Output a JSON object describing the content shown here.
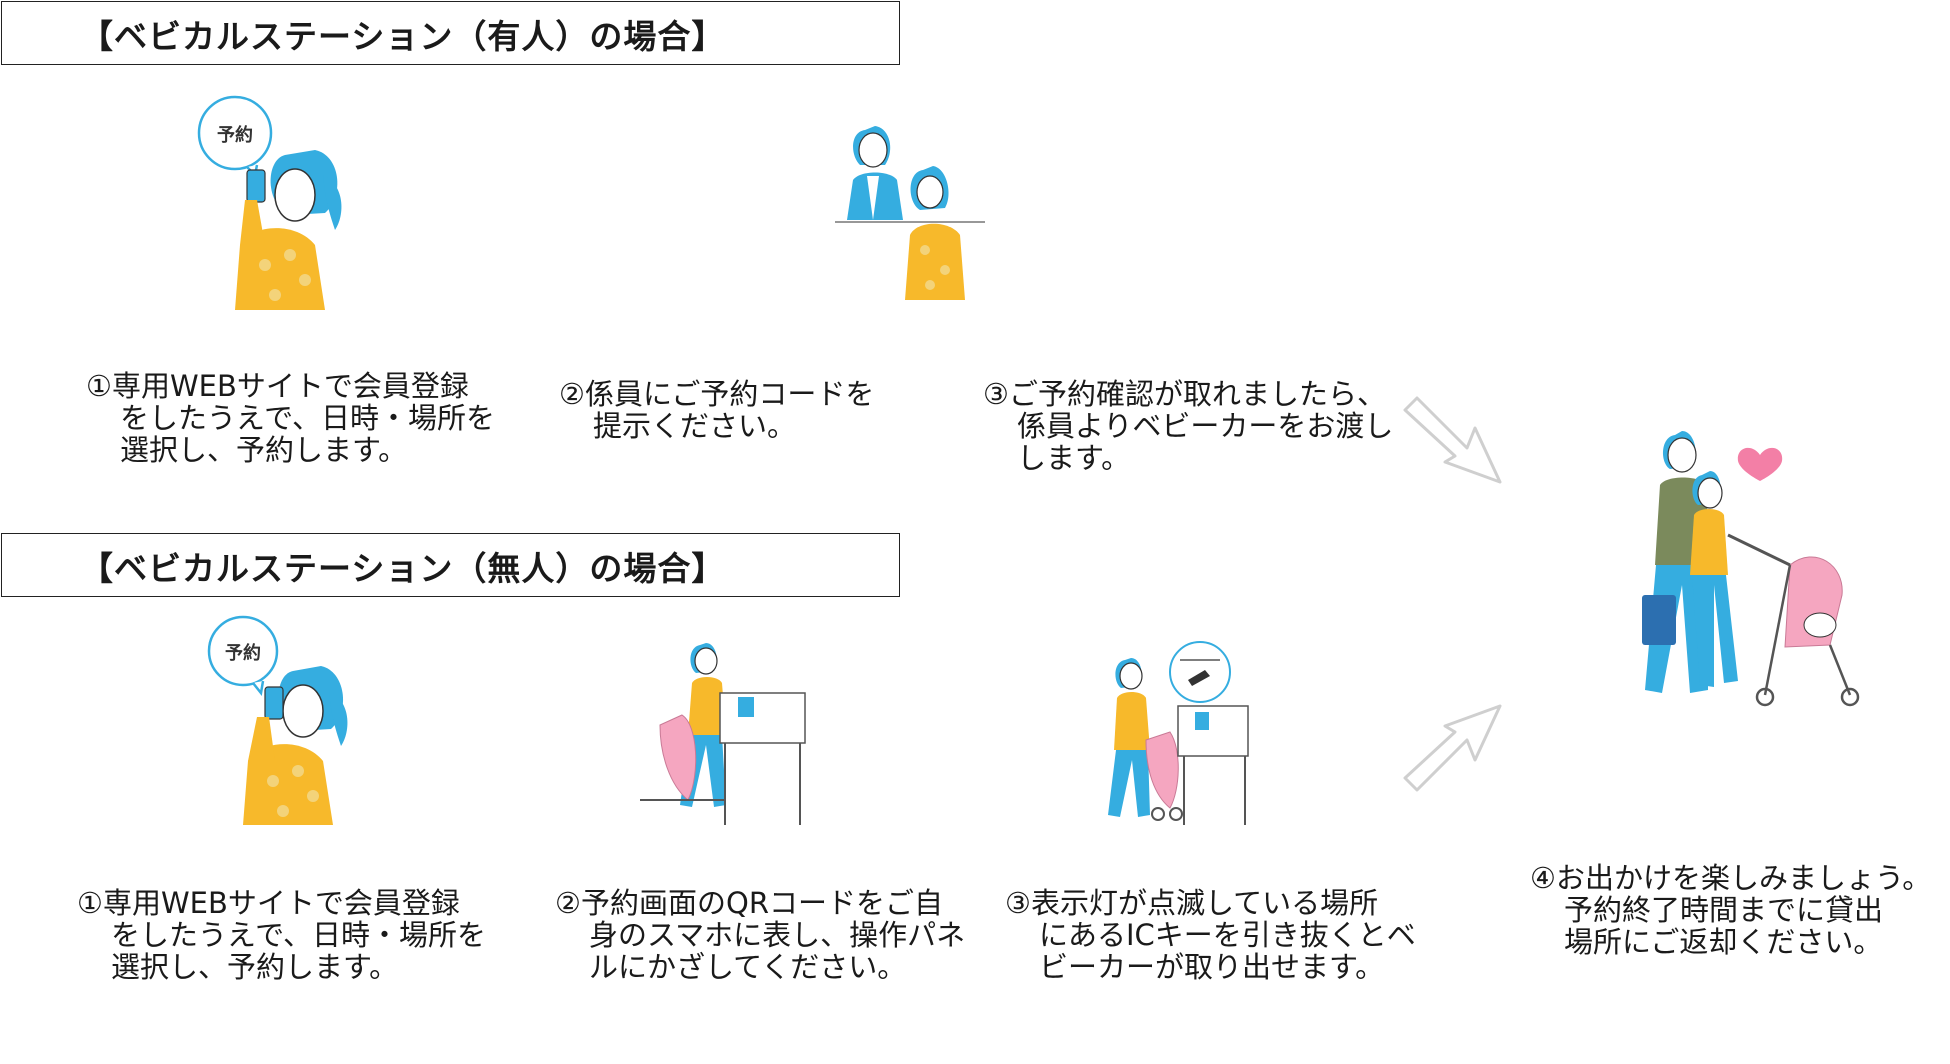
{
  "staffed": {
    "header": "【ベビカルステーション（有人）の場合】",
    "steps": [
      {
        "lines": [
          "①専用WEBサイトで会員登録",
          "をしたうえで、日時・場所を",
          "選択し、予約します。"
        ]
      },
      {
        "lines": [
          "②係員にご予約コードを",
          "提示ください。"
        ]
      },
      {
        "lines": [
          "③ご予約確認が取れましたら、",
          "係員よりベビーカーをお渡し",
          "します。"
        ]
      }
    ],
    "bubble_text": "予約"
  },
  "unstaffed": {
    "header": "【ベビカルステーション（無人）の場合】",
    "steps": [
      {
        "lines": [
          "①専用WEBサイトで会員登録",
          "をしたうえで、日時・場所を",
          "選択し、予約します。"
        ]
      },
      {
        "lines": [
          "②予約画面のQRコードをご自",
          "身のスマホに表し、操作パネ",
          "ルにかざしてください。"
        ]
      },
      {
        "lines": [
          "③表示灯が点滅している場所",
          "にあるICキーを引き抜くとベ",
          "ビーカーが取り出せます。"
        ]
      }
    ],
    "bubble_text": "予約"
  },
  "final": {
    "lines": [
      "④お出かけを楽しみましょう。",
      "予約終了時間までに貸出",
      "場所にご返却ください。"
    ]
  },
  "colors": {
    "hair": "#35ade0",
    "skin": "#ffffff",
    "shirt_yellow": "#f7b92b",
    "shirt_dots": "#f3d37a",
    "stroller_pink": "#f5a6c0",
    "arrow_gray": "#cfcfcf",
    "heart": "#f37fa6"
  }
}
